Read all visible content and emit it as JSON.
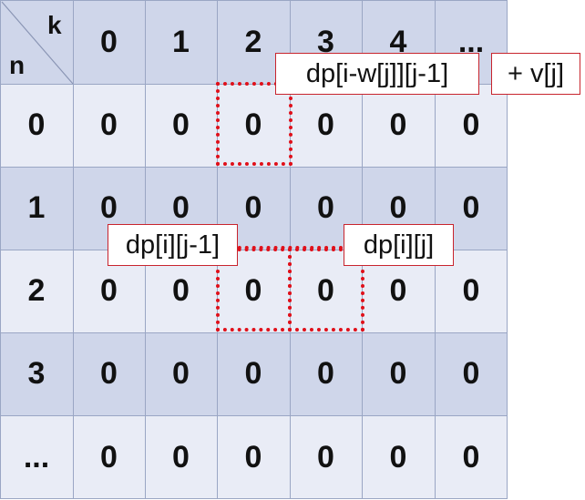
{
  "colors": {
    "header_bg": "#cfd6ea",
    "row_dark": "#cfd6ea",
    "row_light": "#e9ecf6",
    "grid_line": "#9aa6c4",
    "highlight": "#e0101a",
    "label_border": "#c8242d"
  },
  "table": {
    "corner": {
      "top_right": "k",
      "bottom_left": "n"
    },
    "col_headers": [
      "0",
      "1",
      "2",
      "3",
      "4",
      "..."
    ],
    "rows": [
      {
        "header": "0",
        "cells": [
          "0",
          "0",
          "0",
          "0",
          "0",
          "0"
        ]
      },
      {
        "header": "1",
        "cells": [
          "0",
          "0",
          "0",
          "0",
          "0",
          "0"
        ]
      },
      {
        "header": "2",
        "cells": [
          "0",
          "0",
          "0",
          "0",
          "0",
          "0"
        ]
      },
      {
        "header": "3",
        "cells": [
          "0",
          "0",
          "0",
          "0",
          "0",
          "0"
        ]
      },
      {
        "header": "...",
        "cells": [
          "0",
          "0",
          "0",
          "0",
          "0",
          "0"
        ]
      }
    ]
  },
  "annotations": {
    "label_prev_item": "dp[i-w[j]][j-1]",
    "label_plus_value": "+ v[j]",
    "label_skip": "dp[i][j-1]",
    "label_current": "dp[i][j]"
  }
}
